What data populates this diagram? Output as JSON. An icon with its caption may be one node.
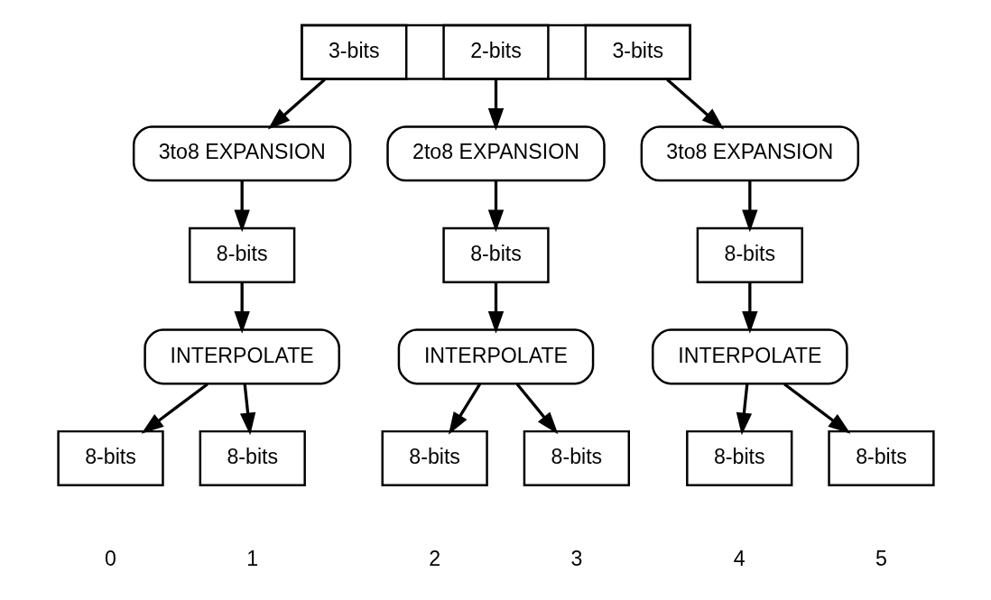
{
  "diagram": {
    "nodes": [
      {
        "text": [],
        "shape": "box"
      },
      {
        "text": [
          "3-bits"
        ],
        "in": 0
      },
      {
        "text": [
          "2-bits"
        ],
        "in": 0
      },
      {
        "text": [
          "3-bits"
        ],
        "in": 0
      },
      {
        "text": [
          "3to8 EXPANSION"
        ]
      },
      {
        "text": [
          "2to8 EXPANSION"
        ]
      },
      {
        "text": [
          "3to8 EXPANSION"
        ]
      },
      {
        "text": [
          "8-bits"
        ]
      },
      {
        "text": [
          "8-bits"
        ]
      },
      {
        "text": [
          "8-bits"
        ]
      },
      {
        "text": [
          "INTERPOLATE"
        ]
      },
      {
        "text": [
          "INTERPOLATE"
        ]
      },
      {
        "text": [
          "INTERPOLATE"
        ]
      },
      {
        "text": [
          "8-bits"
        ],
        "beside": [
          "0"
        ]
      },
      {
        "text": [
          "8-bits"
        ],
        "beside": [
          "1"
        ]
      },
      {
        "text": [
          "8-bits"
        ],
        "beside": [
          "2"
        ]
      },
      {
        "text": [
          "8-bits"
        ],
        "beside": [
          "3"
        ]
      },
      {
        "text": [
          "8-bits"
        ],
        "beside": [
          "4"
        ]
      },
      {
        "text": [
          "8-bits"
        ],
        "beside": [
          "5"
        ]
      }
    ],
    "edges": [
      {
        "from": 1,
        "to": 4,
        "arrow": "to"
      },
      {
        "from": 2,
        "to": 5,
        "arrow": "to"
      },
      {
        "from": 3,
        "to": 6,
        "arrow": "to"
      },
      {
        "from": 4,
        "to": 7,
        "arrow": "to"
      },
      {
        "from": 5,
        "to": 8,
        "arrow": "to"
      },
      {
        "from": 6,
        "to": 9,
        "arrow": "to"
      },
      {
        "from": 7,
        "to": 10,
        "arrow": "to"
      },
      {
        "from": 8,
        "to": 11,
        "arrow": "to"
      },
      {
        "from": 9,
        "to": 12,
        "arrow": "to"
      },
      {
        "from": 10,
        "to": 13,
        "arrow": "to"
      },
      {
        "from": 10,
        "to": 14,
        "arrow": "to"
      },
      {
        "from": 11,
        "to": 15,
        "arrow": "to"
      },
      {
        "from": 11,
        "to": 16,
        "arrow": "to"
      },
      {
        "from": 12,
        "to": 17,
        "arrow": "to"
      },
      {
        "from": 12,
        "to": 18,
        "arrow": "to"
      }
    ]
  }
}
